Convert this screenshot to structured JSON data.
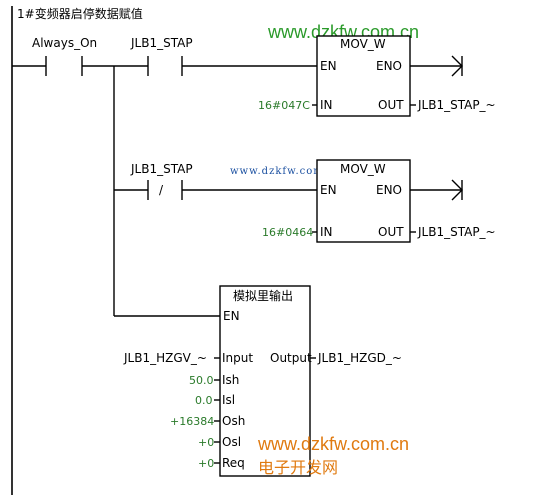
{
  "network": {
    "title": "1#变频器启停数据赋值",
    "contacts": {
      "always_on": "Always_On",
      "jlb1_no": "JLB1_STAP",
      "jlb1_nc": "JLB1_STAP",
      "nc_symbol": "/"
    },
    "mov1": {
      "name": "MOV_W",
      "en": "EN",
      "eno": "ENO",
      "in": "IN",
      "out": "OUT",
      "in_value": "16#047C",
      "out_value": "JLB1_STAP_~"
    },
    "mov2": {
      "name": "MOV_W",
      "en": "EN",
      "eno": "ENO",
      "in": "IN",
      "out": "OUT",
      "in_value": "16#0464",
      "out_value": "JLB1_STAP_~"
    },
    "analog": {
      "name": "模拟里输出",
      "en": "EN",
      "inputs": [
        {
          "pin": "Input",
          "value": "JLB1_HZGV_~"
        },
        {
          "pin": "Ish",
          "value": "50.0"
        },
        {
          "pin": "Isl",
          "value": "0.0"
        },
        {
          "pin": "Osh",
          "value": "+16384"
        },
        {
          "pin": "Osl",
          "value": "+0"
        },
        {
          "pin": "Req",
          "value": "+0"
        }
      ],
      "output_pin": "Output",
      "output_value": "JLB1_HZGD_~"
    }
  },
  "watermarks": {
    "top": "www.dzkfw.com.cn",
    "middle": "www.dzkfw.com.cn",
    "bottom_url": "www.dzkfw.com.cn",
    "bottom_cn": "电子开发网"
  }
}
